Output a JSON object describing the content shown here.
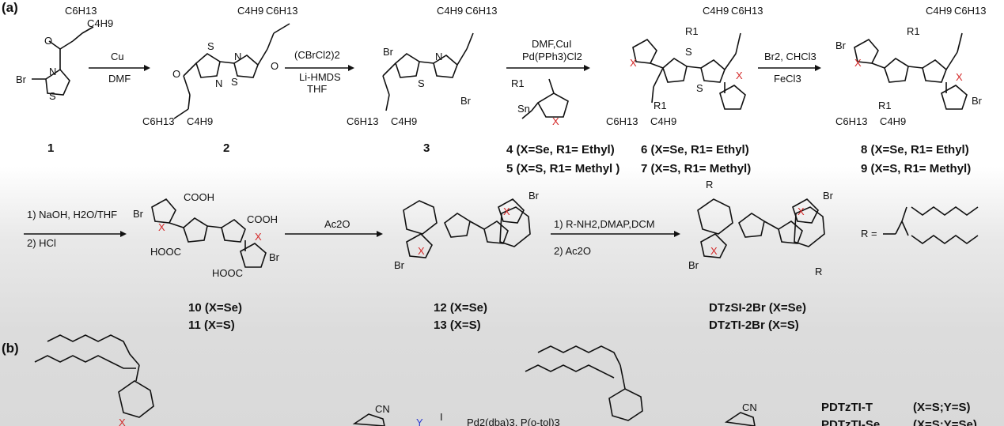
{
  "panel_labels": {
    "a": "(a)",
    "b": "(b)"
  },
  "compounds": {
    "c1": "1",
    "c2": "2",
    "c3": "3",
    "c4": "4 (X=Se, R1= Ethyl)",
    "c5": "5 (X=S, R1= Methyl )",
    "c6": "6 (X=Se, R1= Ethyl)",
    "c7": "7 (X=S, R1= Methyl)",
    "c8": "8 (X=Se, R1= Ethyl)",
    "c9": "9 (X=S, R1= Methyl)",
    "c10": "10 (X=Se)",
    "c11": "11 (X=S)",
    "c12": "12 (X=Se)",
    "c13": "13 (X=S)",
    "dtzsi": "DTzSI-2Br  (X=Se)",
    "dtzti": "DTzTI-2Br  (X=S)"
  },
  "reagents": {
    "r1_top": "Cu",
    "r1_bottom": "DMF",
    "r2_top": "(CBrCl2)2",
    "r2_bottom1": "Li-HMDS",
    "r2_bottom2": "THF",
    "r3_top1": "DMF,CuI",
    "r3_top2": "Pd(PPh3)Cl2",
    "r4_top": "Br2, CHCl3",
    "r4_bottom": "FeCl3",
    "r5_1": "1) NaOH, H2O/THF",
    "r5_2": "2) HCl",
    "r6": "Ac2O",
    "r7_1": "1) R-NH2,DMAP,DCM",
    "r7_2": "2) Ac2O",
    "r_group": "R =",
    "pd_catalyst": "Pd2(dba)3, P(o-tol)3"
  },
  "atoms": {
    "br": "Br",
    "n": "N",
    "s": "S",
    "o": "O",
    "x": "X",
    "r": "R",
    "r1": "R1",
    "y": "Y",
    "i": "I",
    "cn": "CN",
    "c4h9": "C4H9",
    "c6h13": "C6H13",
    "cooh": "COOH",
    "hooc": "HOOC",
    "sn": "Sn"
  },
  "polymers": {
    "p1": "PDTzTI-T",
    "p1_cond": "(X=S;Y=S)",
    "p2": "PDTzTI-Se",
    "p2_cond": "(X=S;Y=Se)"
  },
  "colors": {
    "x_highlight": "#d42a2a",
    "y_highlight": "#2d3bd0",
    "ink": "#111111"
  }
}
